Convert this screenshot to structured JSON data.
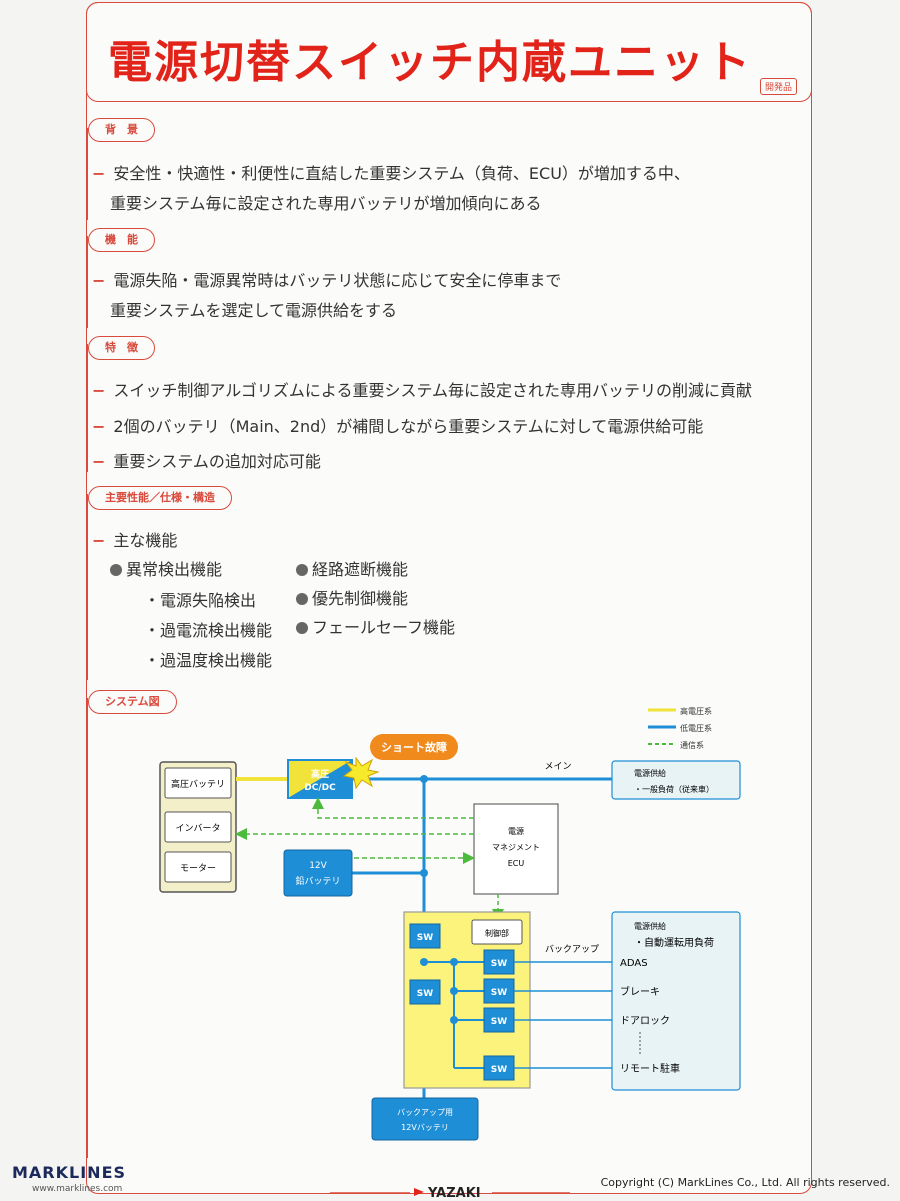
{
  "title": "電源切替スイッチ内蔵ユニット",
  "dev_tag": "開発品",
  "sections": {
    "background": {
      "tab": "背　景",
      "lines": [
        "安全性・快適性・利便性に直結した重要システム（負荷、ECU）が増加する中、",
        "重要システム毎に設定された専用バッテリが増加傾向にある"
      ]
    },
    "function": {
      "tab": "機　能",
      "lines": [
        "電源失陥・電源異常時はバッテリ状態に応じて安全に停車まで",
        "重要システムを選定して電源供給をする"
      ]
    },
    "features": {
      "tab": "特　徴",
      "lines": [
        "スイッチ制御アルゴリズムによる重要システム毎に設定された専用バッテリの削減に貢献",
        "2個のバッテリ（Main、2nd）が補間しながら重要システムに対して電源供給可能",
        "重要システムの追加対応可能"
      ]
    },
    "specs": {
      "tab": "主要性能／仕様・構造",
      "heading": "主な機能",
      "col1_head": "異常検出機能",
      "col1_items": [
        "・電源失陥検出",
        "・過電流検出機能",
        "・過温度検出機能"
      ],
      "col2_items": [
        "経路遮断機能",
        "優先制御機能",
        "フェールセーフ機能"
      ]
    },
    "system": {
      "tab": "システム図"
    }
  },
  "diagram": {
    "legend": [
      "高電圧系",
      "低電圧系",
      "通信系"
    ],
    "hv_battery": "高圧バッテリ",
    "inverter": "インバータ",
    "motor": "モーター",
    "dcdc_line1": "高圧",
    "dcdc_line2": "DC/DC",
    "short_fault": "ショート故障",
    "main_label": "メイン",
    "supply_general_1": "電源供給",
    "supply_general_2": "・一般負荷（従来車）",
    "lead_battery_1": "12V",
    "lead_battery_2": "鉛バッテリ",
    "ecu_1": "電源",
    "ecu_2": "マネジメント",
    "ecu_3": "ECU",
    "control_unit": "制御部",
    "sw": "SW",
    "backup_label": "バックアップ",
    "supply_ad_1": "電源供給",
    "supply_ad_2": "・自動運転用負荷",
    "loads": [
      "ADAS",
      "ブレーキ",
      "ドアロック",
      "リモート駐車"
    ],
    "backup_battery_1": "バックアップ用",
    "backup_battery_2": "12Vバッテリ",
    "colors": {
      "hv": "#f2e33a",
      "lv": "#1e8fd6",
      "comm": "#4cbb3c",
      "accent": "#e2231a"
    }
  },
  "footer": {
    "logo": "MARKLINES",
    "url": "www.marklines.com",
    "copyright": "Copyright (C) MarkLines Co., Ltd. All rights reserved.",
    "brand": "YAZAKI"
  }
}
